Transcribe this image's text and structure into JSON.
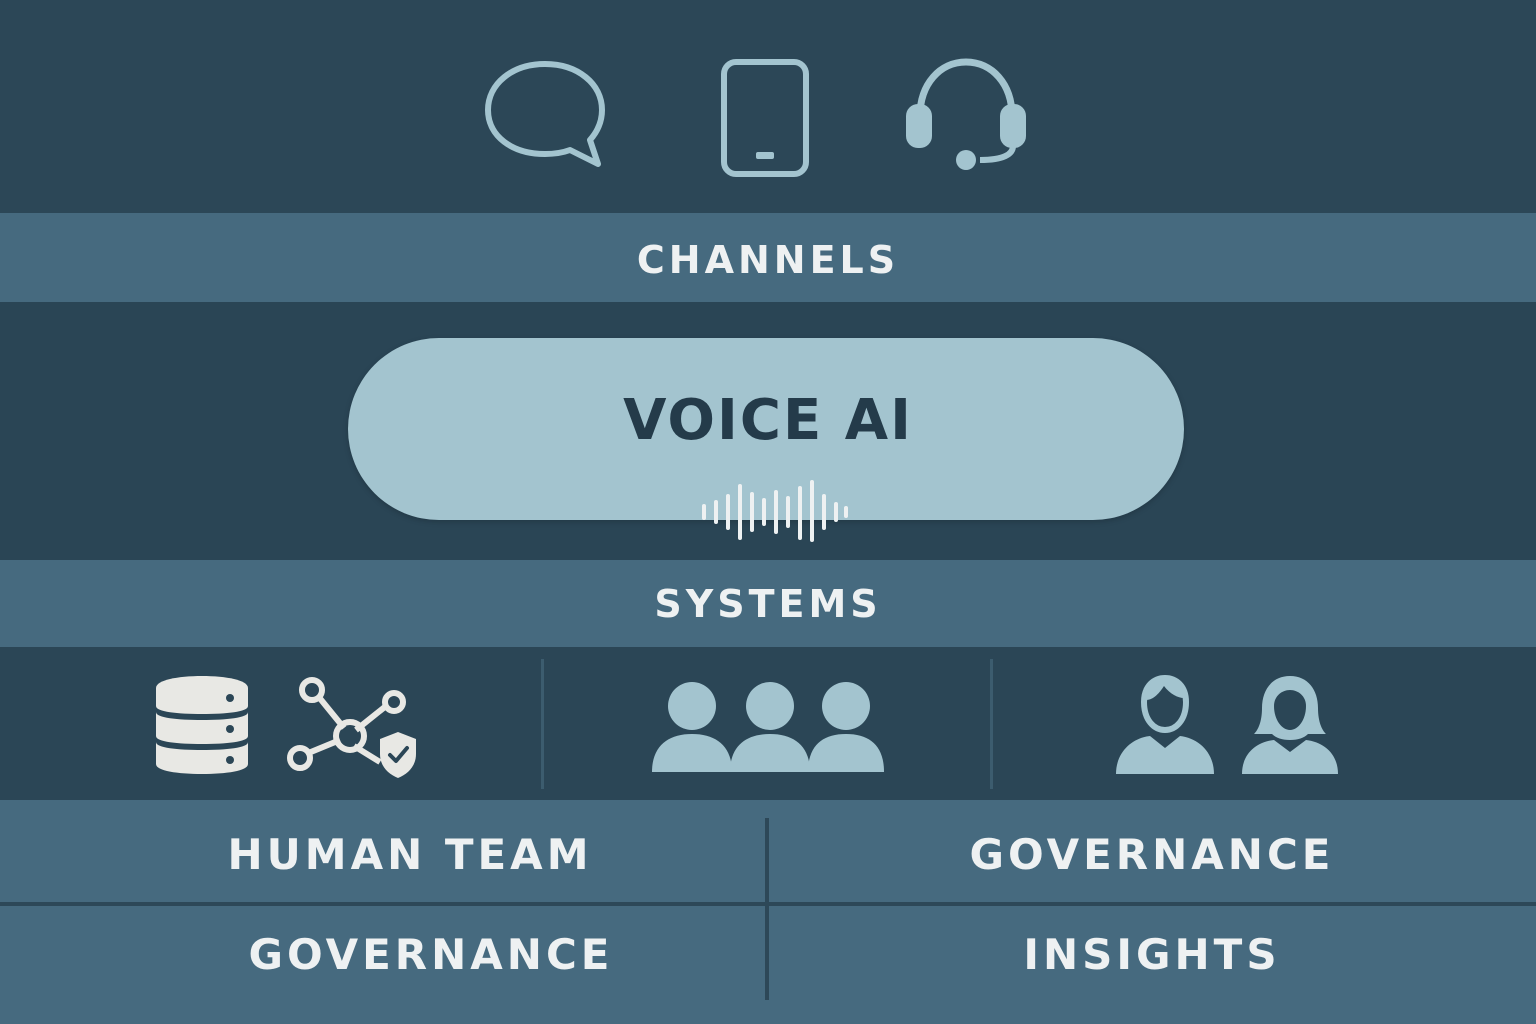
{
  "diagram": {
    "top_icons": [
      "chat-bubble-icon",
      "smartphone-icon",
      "headset-icon"
    ],
    "channels_label": "CHANNELS",
    "center_label": "VOICE AI",
    "systems_label": "SYSTEMS",
    "system_icons": [
      "database-icon",
      "network-shield-icon",
      "team-group-icon",
      "person-man-icon",
      "person-woman-icon"
    ],
    "grid": {
      "top_left": "HUMAN TEAM",
      "top_right": "GOVERNANCE",
      "bottom_left": "GOVERNANCE",
      "bottom_right": "INSIGHTS"
    }
  },
  "colors": {
    "dark_band": "#2b4656",
    "label_bar": "#466a7f",
    "pill": "#a3c4cf",
    "icon_stroke": "#a3c4cf",
    "label_text": "#eef1f2",
    "pill_text": "#243b4a",
    "db_icon": "#e8e8e4"
  }
}
